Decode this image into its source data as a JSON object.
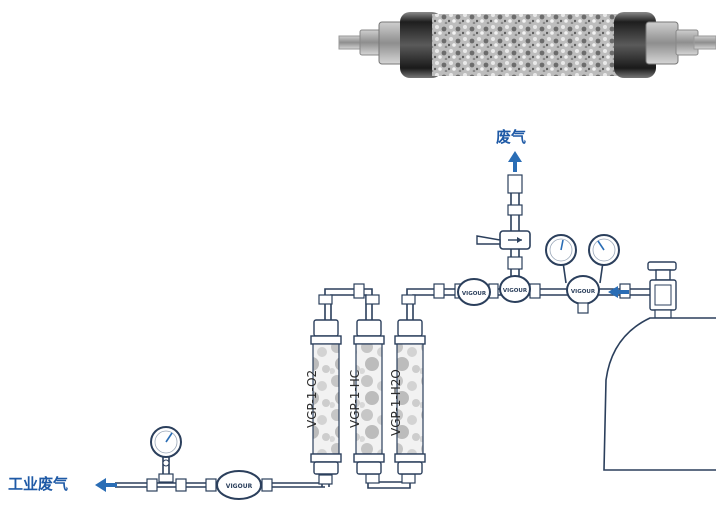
{
  "labels": {
    "exhaust_top": "废气",
    "industrial_exhaust": "工业废气"
  },
  "purifiers": [
    {
      "model": "VGP-1-O2"
    },
    {
      "model": "VGP-1-HC"
    },
    {
      "model": "VGP-1-H2O"
    }
  ],
  "flowmeter_brand": "VIGOUR",
  "colors": {
    "label_blue": "#1f5aa6",
    "line": "#2b3f5c",
    "arrow": "#2a6db5",
    "fitting": "#4a5568"
  },
  "icons": [
    "arrow-up-icon",
    "arrow-left-icon",
    "pressure-gauge-icon",
    "flowmeter-icon",
    "valve-icon",
    "gas-cylinder-icon"
  ]
}
